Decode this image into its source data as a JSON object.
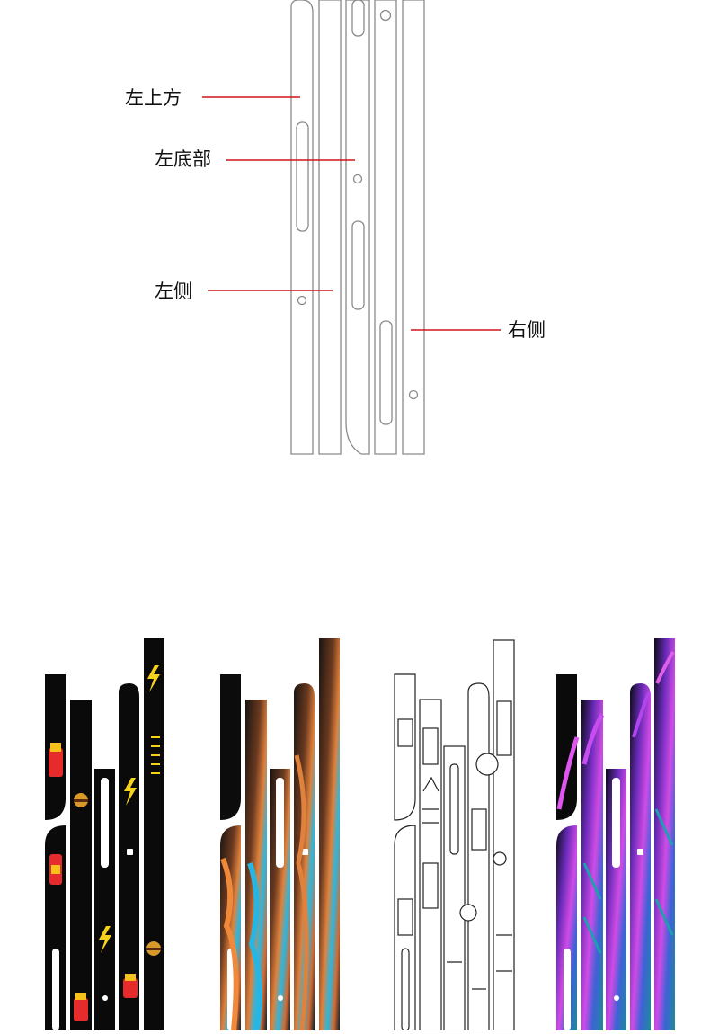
{
  "labels": {
    "left_top": "左上方",
    "left_bottom": "左底部",
    "left_side": "左侧",
    "right_side": "右侧"
  },
  "colors": {
    "leader_line": "#d0121b",
    "outline": "#8a8a8a"
  },
  "skins": [
    {
      "name": "black-food-pattern"
    },
    {
      "name": "orange-blue-marble"
    },
    {
      "name": "sketch-machinery"
    },
    {
      "name": "neon-purple-leaves"
    }
  ]
}
